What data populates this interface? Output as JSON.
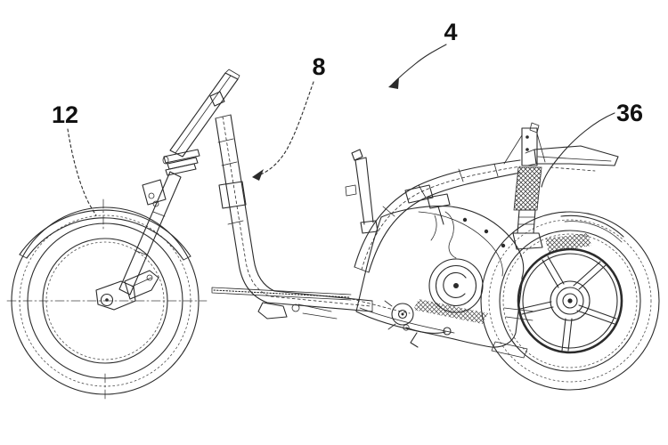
{
  "figure": {
    "kind": "patent-line-drawing",
    "paper_color": "#ffffff",
    "ink_color": "#2b2b2b",
    "label_color": "#111111"
  },
  "callouts": {
    "front_wheel": {
      "label": "12",
      "target": "front-wheel-and-fender"
    },
    "frame": {
      "label": "8",
      "target": "main-frame-down-tube"
    },
    "rear_assembly": {
      "label": "4",
      "target": "rear-frame-assembly"
    },
    "rear_shock": {
      "label": "36",
      "target": "rear-shock-absorber"
    }
  }
}
